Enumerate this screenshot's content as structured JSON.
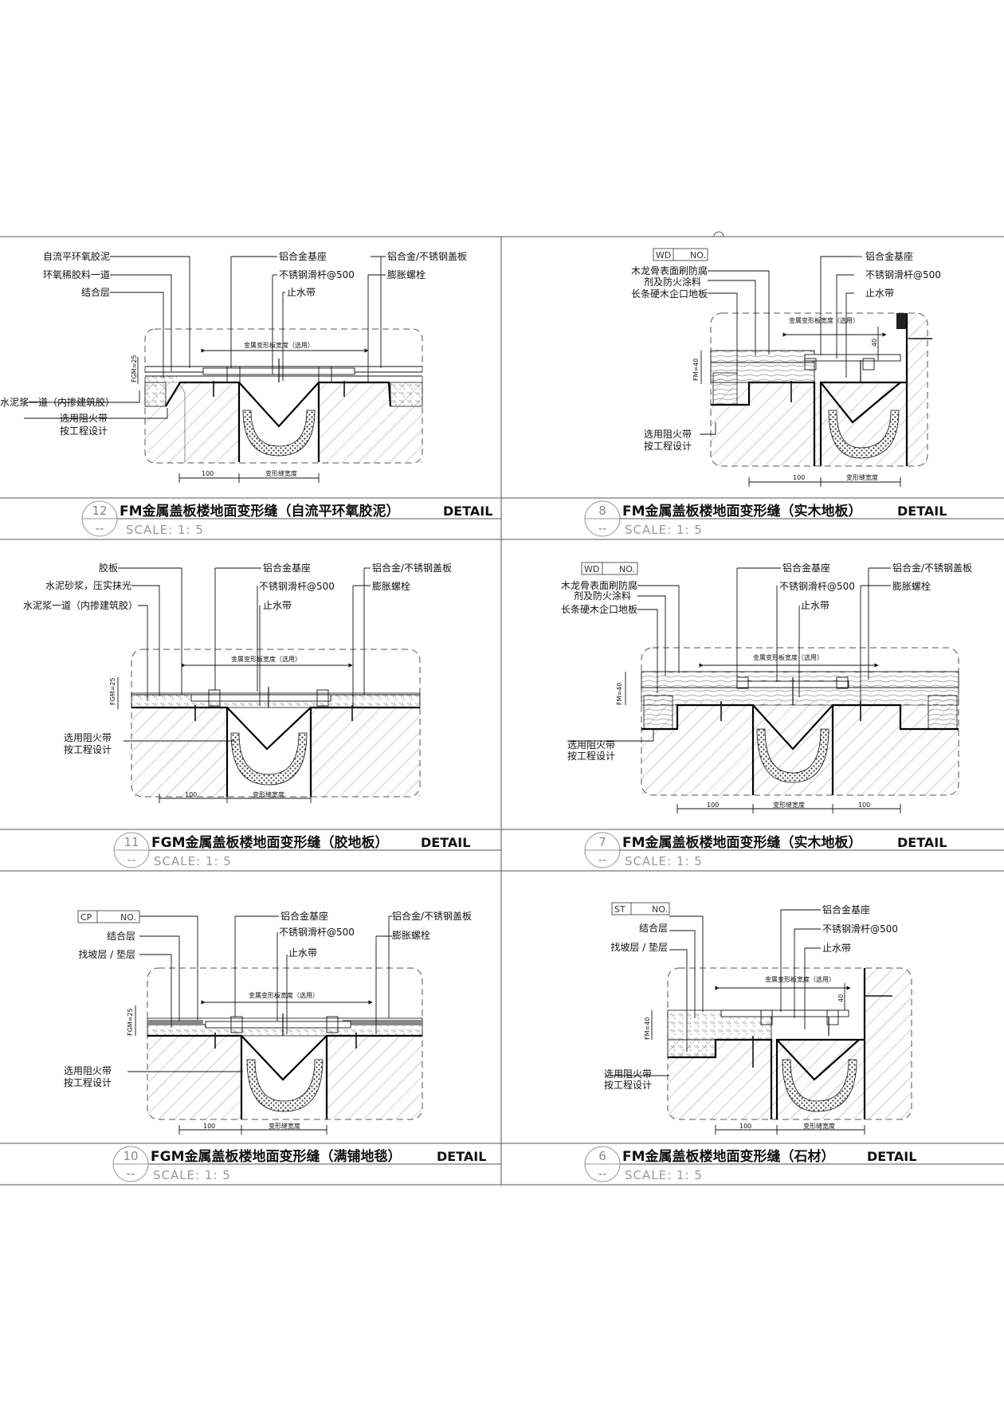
{
  "common": {
    "base_label": "铝合金基座",
    "rod_label": "不锈钢滑杆@500",
    "waterstop_label": "止水带",
    "cover_label": "铝合金/不锈钢盖板",
    "bolt_label": "膨胀螺栓",
    "width_label": "金属变形板宽度（选用）",
    "joint_width_label": "变形缝宽度",
    "dim_100": "100",
    "fire_band_1": "选用阻火带",
    "fire_band_2": "按工程设计",
    "detail_word": "DETAIL",
    "scale": "SCALE: 1: 5",
    "dashes": "--",
    "no_text": "NO."
  },
  "panels": {
    "p12": {
      "number": "12",
      "title": "FM金属盖板楼地面变形缝（自流平环氧胶泥）",
      "layers": [
        "自流平环氧胶泥",
        "环氧稀胶料一道",
        "结合层"
      ],
      "slurry": "水泥浆一道（内掺建筑胶）",
      "thickness": "FGM=25"
    },
    "p8": {
      "number": "8",
      "title": "FM金属盖板楼地面变形缝（实木地板）",
      "tag": "WD",
      "layers": [
        "木龙骨表面刷防腐",
        "剂及防火涂料",
        "长条硬木企口地板"
      ],
      "thickness": "FM=40",
      "side_dim": "40"
    },
    "p11": {
      "number": "11",
      "title": "FGM金属盖板楼地面变形缝（胶地板）",
      "layers": [
        "胶板",
        "水泥砂浆，压实抹光",
        "水泥浆一道（内掺建筑胶）"
      ],
      "thickness": "FGM=25"
    },
    "p7": {
      "number": "7",
      "title": "FM金属盖板楼地面变形缝（实木地板）",
      "tag": "WD",
      "layers": [
        "木龙骨表面刷防腐",
        "剂及防火涂料",
        "长条硬木企口地板"
      ],
      "thickness": "FM=40"
    },
    "p10": {
      "number": "10",
      "title": "FGM金属盖板楼地面变形缝（满铺地毯）",
      "tag": "CP",
      "layers": [
        "结合层",
        "找坡层 / 垫层"
      ],
      "thickness": "FGM=25"
    },
    "p6": {
      "number": "6",
      "title": "FM金属盖板楼地面变形缝（石材）",
      "tag": "ST",
      "layers": [
        "结合层",
        "找坡层 / 垫层"
      ],
      "thickness": "FM=40",
      "side_dim": "40"
    }
  }
}
